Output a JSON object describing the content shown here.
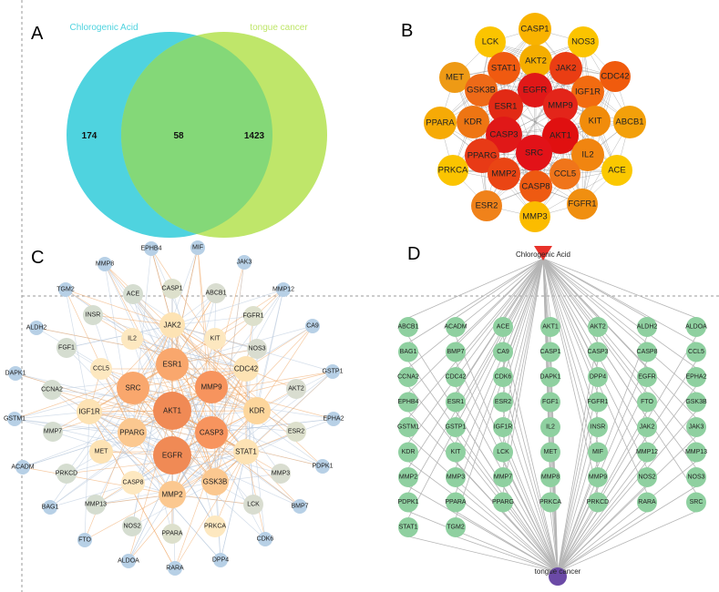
{
  "panels": {
    "A": {
      "letter": "A",
      "set_left_label": "Chlorogenic Acid",
      "set_right_label": "tongue cancer",
      "left_only": "174",
      "intersection": "58",
      "right_only": "1423",
      "colors": {
        "left": "#4fd3df",
        "right": "#bfe66a",
        "overlap": "#84d878"
      }
    },
    "B": {
      "letter": "B",
      "nodes": [
        {
          "label": "CASP1",
          "color": "#f9b300"
        },
        {
          "label": "LCK",
          "color": "#fbc400"
        },
        {
          "label": "NOS3",
          "color": "#fbc400"
        },
        {
          "label": "MET",
          "color": "#ee9a15"
        },
        {
          "label": "AKT2",
          "color": "#f5ae00"
        },
        {
          "label": "STAT1",
          "color": "#f05a10"
        },
        {
          "label": "JAK2",
          "color": "#ea3d13"
        },
        {
          "label": "CDC42",
          "color": "#f05b0d"
        },
        {
          "label": "EGFR",
          "color": "#e01818"
        },
        {
          "label": "GSK3B",
          "color": "#ee6a18"
        },
        {
          "label": "IGF1R",
          "color": "#f26b10"
        },
        {
          "label": "ESR1",
          "color": "#e22a15"
        },
        {
          "label": "MMP9",
          "color": "#e3251a"
        },
        {
          "label": "PPARA",
          "color": "#f6aa06"
        },
        {
          "label": "KDR",
          "color": "#ee7513"
        },
        {
          "label": "KIT",
          "color": "#f18c0b"
        },
        {
          "label": "ABCB1",
          "color": "#f3a00a"
        },
        {
          "label": "CASP3",
          "color": "#e01818"
        },
        {
          "label": "AKT1",
          "color": "#e01010"
        },
        {
          "label": "SRC",
          "color": "#e21218"
        },
        {
          "label": "PPARG",
          "color": "#e83a16"
        },
        {
          "label": "IL2",
          "color": "#f18510"
        },
        {
          "label": "PRKCA",
          "color": "#fbc400"
        },
        {
          "label": "ACE",
          "color": "#fbc800"
        },
        {
          "label": "MMP2",
          "color": "#ea4514"
        },
        {
          "label": "CASP8",
          "color": "#ee5a12"
        },
        {
          "label": "CCL5",
          "color": "#f0751a"
        },
        {
          "label": "ESR2",
          "color": "#f0821a"
        },
        {
          "label": "FGFR1",
          "color": "#f08f10"
        },
        {
          "label": "MMP3",
          "color": "#fbbc00"
        }
      ]
    },
    "C": {
      "letter": "C",
      "nodes": [
        {
          "label": "EPHB4",
          "color": "#b7d0e6"
        },
        {
          "label": "MIF",
          "color": "#b7d0e6"
        },
        {
          "label": "MMP8",
          "color": "#b7d0e6"
        },
        {
          "label": "JAK3",
          "color": "#b7d0e6"
        },
        {
          "label": "TGM2",
          "color": "#b7d0e6"
        },
        {
          "label": "ACE",
          "color": "#d5ddd0"
        },
        {
          "label": "CASP1",
          "color": "#dde0cc"
        },
        {
          "label": "ABCB1",
          "color": "#d9ddd0"
        },
        {
          "label": "MMP12",
          "color": "#b7d0e6"
        },
        {
          "label": "ALDH2",
          "color": "#b7d0e6"
        },
        {
          "label": "INSR",
          "color": "#d5ddd0"
        },
        {
          "label": "JAK2",
          "color": "#fde3b4"
        },
        {
          "label": "FGFR1",
          "color": "#dde0cc"
        },
        {
          "label": "CA9",
          "color": "#b7d0e6"
        },
        {
          "label": "IL2",
          "color": "#fde8c0"
        },
        {
          "label": "KIT",
          "color": "#fde8c0"
        },
        {
          "label": "FGF1",
          "color": "#d5ddd0"
        },
        {
          "label": "NOS3",
          "color": "#d9ddd0"
        },
        {
          "label": "DAPK1",
          "color": "#b7d0e6"
        },
        {
          "label": "GSTP1",
          "color": "#b7d0e6"
        },
        {
          "label": "ESR1",
          "color": "#f9a76d"
        },
        {
          "label": "CCL5",
          "color": "#fde8c0"
        },
        {
          "label": "CDC42",
          "color": "#fde3b4"
        },
        {
          "label": "SRC",
          "color": "#f9a76d"
        },
        {
          "label": "MMP9",
          "color": "#f7945e"
        },
        {
          "label": "CCNA2",
          "color": "#d5ddd0"
        },
        {
          "label": "AKT2",
          "color": "#d9ddd0"
        },
        {
          "label": "AKT1",
          "color": "#f08a55"
        },
        {
          "label": "GSTM1",
          "color": "#b7d0e6"
        },
        {
          "label": "IGF1R",
          "color": "#fde3b4"
        },
        {
          "label": "KDR",
          "color": "#fdd69c"
        },
        {
          "label": "EPHA2",
          "color": "#b7d0e6"
        },
        {
          "label": "PPARG",
          "color": "#fbc890"
        },
        {
          "label": "CASP3",
          "color": "#f7945e"
        },
        {
          "label": "ESR2",
          "color": "#dde0cc"
        },
        {
          "label": "MMP7",
          "color": "#d5ddd0"
        },
        {
          "label": "MET",
          "color": "#fde3b4"
        },
        {
          "label": "STAT1",
          "color": "#fde3b4"
        },
        {
          "label": "EGFR",
          "color": "#f08a55"
        },
        {
          "label": "ACADM",
          "color": "#b7d0e6"
        },
        {
          "label": "PDPK1",
          "color": "#b7d0e6"
        },
        {
          "label": "PRKCD",
          "color": "#d5ddd0"
        },
        {
          "label": "MMP3",
          "color": "#d9ddd0"
        },
        {
          "label": "CASP8",
          "color": "#fde8c0"
        },
        {
          "label": "GSK3B",
          "color": "#fbc890"
        },
        {
          "label": "MMP2",
          "color": "#fbc890"
        },
        {
          "label": "BAG1",
          "color": "#b7d0e6"
        },
        {
          "label": "MMP13",
          "color": "#d5ddd0"
        },
        {
          "label": "LCK",
          "color": "#d9ddd0"
        },
        {
          "label": "BMP7",
          "color": "#b7d0e6"
        },
        {
          "label": "NOS2",
          "color": "#d5ddd0"
        },
        {
          "label": "PRKCA",
          "color": "#fde8c0"
        },
        {
          "label": "FTO",
          "color": "#b7d0e6"
        },
        {
          "label": "CDK6",
          "color": "#b7d0e6"
        },
        {
          "label": "PPARA",
          "color": "#dde0cc"
        },
        {
          "label": "ALDOA",
          "color": "#b7d0e6"
        },
        {
          "label": "DPP4",
          "color": "#b7d0e6"
        },
        {
          "label": "RARA",
          "color": "#b7d0e6"
        }
      ]
    },
    "D": {
      "letter": "D",
      "top_node": "Chlorogenic Acid",
      "bottom_node": "tongue cancer",
      "top_color": "#e8322a",
      "bottom_color": "#6b4aa6",
      "target_color": "#8fd0a0",
      "columns": [
        [
          "ABCB1",
          "BAG1",
          "CCNA2",
          "EPHB4",
          "GSTM1",
          "KDR",
          "MMP2",
          "PDPK1",
          "STAT1"
        ],
        [
          "ACADM",
          "BMP7",
          "CDC42",
          "ESR1",
          "GSTP1",
          "KIT",
          "MMP3",
          "PPARA",
          "TGM2"
        ],
        [
          "ACE",
          "CA9",
          "CDK6",
          "ESR2",
          "IGF1R",
          "LCK",
          "MMP7",
          "PPARG"
        ],
        [
          "AKT1",
          "CASP1",
          "DAPK1",
          "FGF1",
          "IL2",
          "MET",
          "MMP8",
          "PRKCA"
        ],
        [
          "AKT2",
          "CASP3",
          "DPP4",
          "FGFR1",
          "INSR",
          "MIF",
          "MMP9",
          "PRKCD"
        ],
        [
          "ALDH2",
          "CASP8",
          "EGFR",
          "FTO",
          "JAK2",
          "MMP12",
          "NOS2",
          "RARA"
        ],
        [
          "ALDOA",
          "CCL5",
          "EPHA2",
          "GSK3B",
          "JAK3",
          "MMP13",
          "NOS3",
          "SRC"
        ]
      ]
    }
  }
}
